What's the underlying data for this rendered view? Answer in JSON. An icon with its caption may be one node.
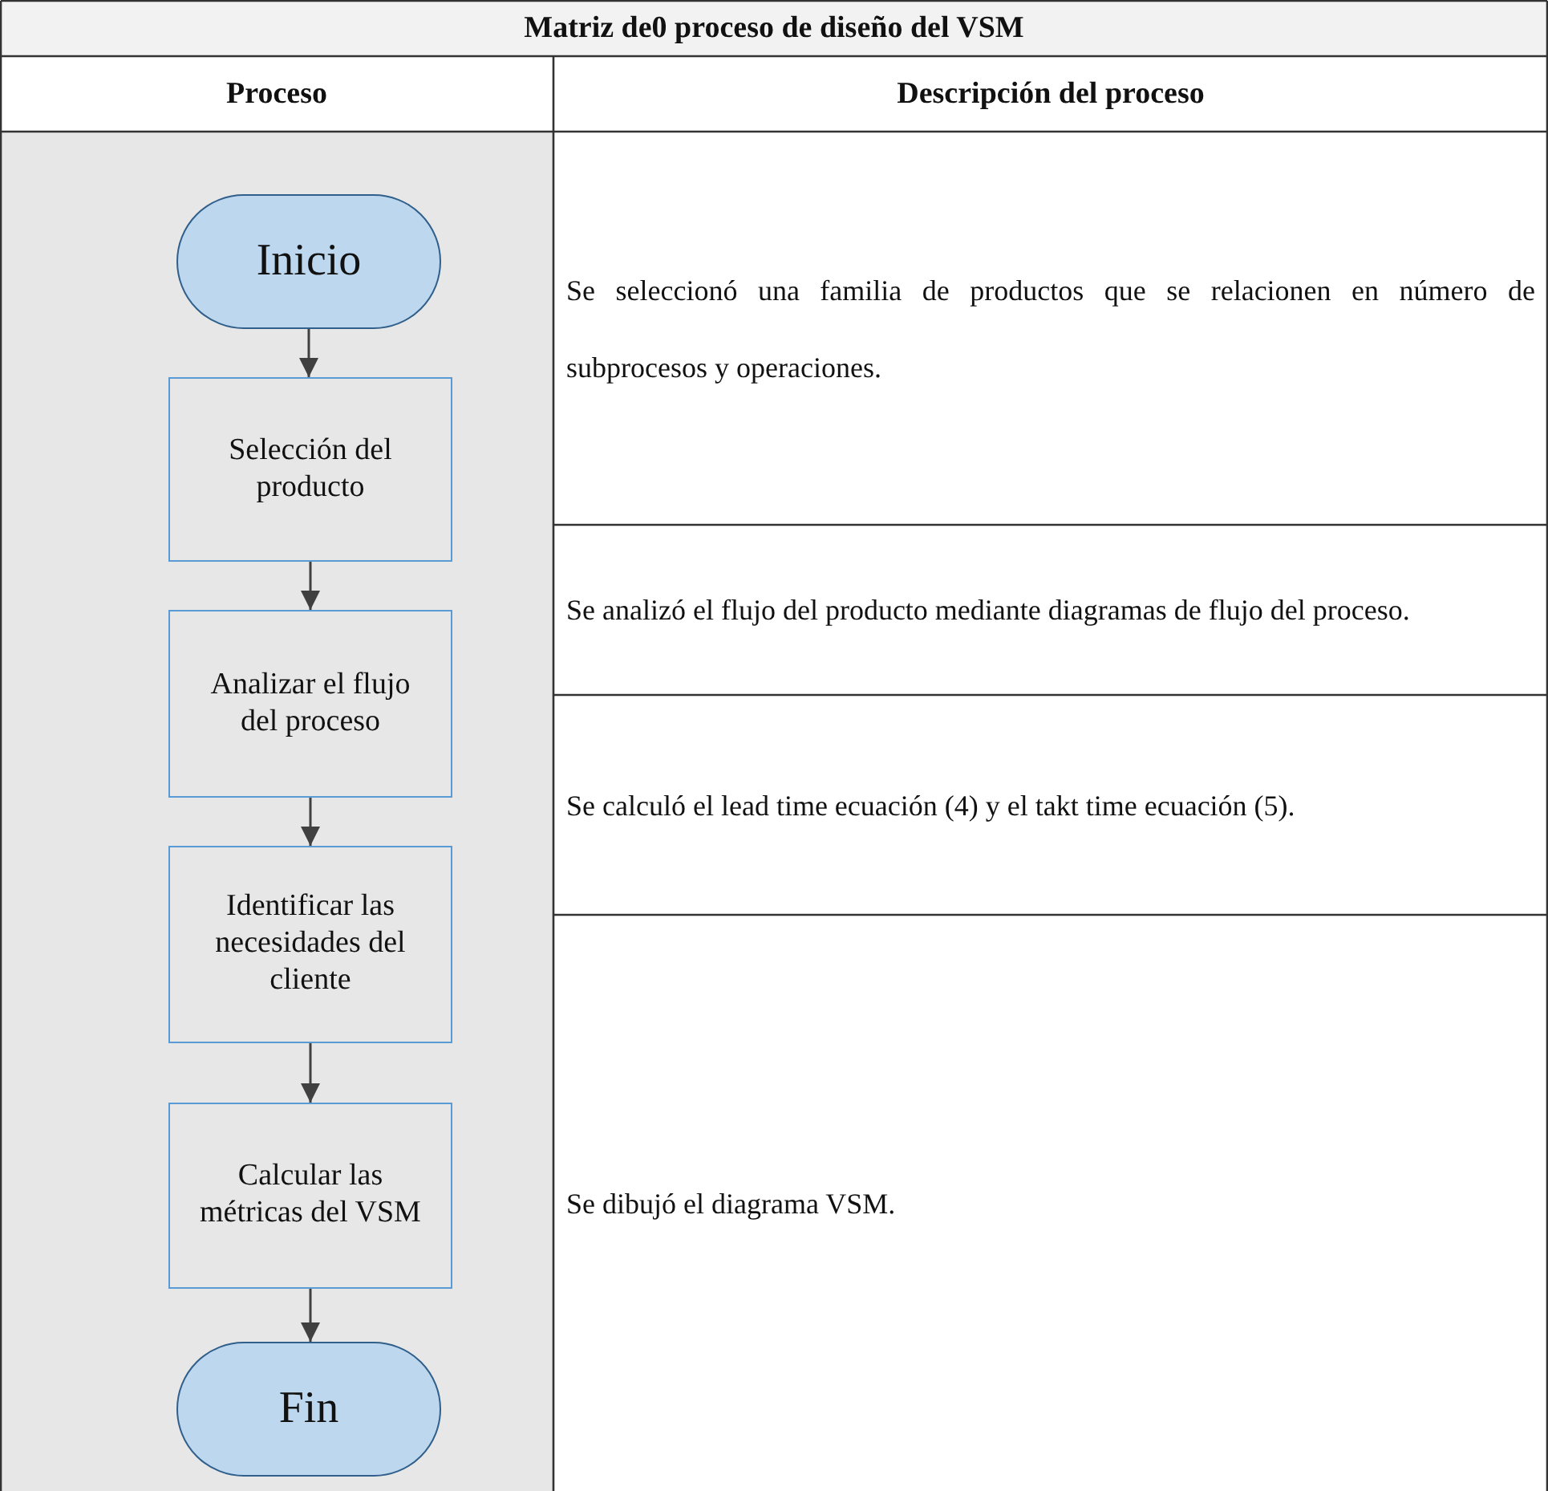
{
  "diagram": {
    "title": "Matriz de0 proceso de diseño del VSM",
    "nodes": [
      {
        "text": [
          "Inicio"
        ]
      },
      {
        "text": [
          "Selección del producto"
        ]
      },
      {
        "text": [
          "Analizar el flujo del proceso"
        ]
      },
      {
        "text": [
          "Identificar las necesidades del cliente"
        ]
      },
      {
        "text": [
          "Calcular las métricas del VSM"
        ]
      },
      {
        "text": [
          "Fin"
        ]
      }
    ],
    "edges": [
      {
        "from": 0,
        "to": 1,
        "arrow": "to"
      },
      {
        "from": 1,
        "to": 2,
        "arrow": "to"
      },
      {
        "from": 2,
        "to": 3,
        "arrow": "to"
      },
      {
        "from": 3,
        "to": 4,
        "arrow": "to"
      },
      {
        "from": 4,
        "to": 5,
        "arrow": "to"
      }
    ],
    "labels": [
      "Proceso",
      "Descripción del proceso",
      "Se seleccionó una familia de productos que se relacionen en número de subprocesos y operaciones.",
      "Se analizó el flujo del producto mediante diagramas de flujo del proceso.",
      "Se calculó el lead time ecuación (4) y el takt time ecuación (5).",
      "Se dibujó el diagrama VSM."
    ]
  }
}
